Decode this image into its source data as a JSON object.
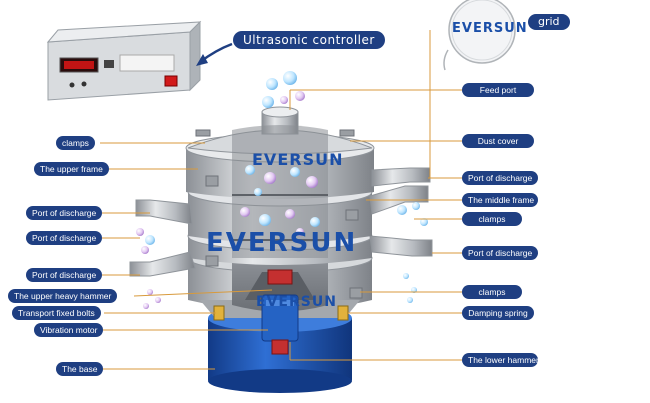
{
  "brand": "EVERSUN",
  "labels": {
    "ultrasonic_controller": "Ultrasonic controller",
    "grid": "grid",
    "feed_port": "Feed port",
    "dust_cover": "Dust cover",
    "port_of_discharge": "Port of discharge",
    "the_middle_frame": "The middle frame",
    "clamps": "clamps",
    "damping_spring": "Damping spring",
    "the_lower_hammer": "The lower hammer",
    "the_upper_frame": "The upper frame",
    "the_upper_heavy_hammer": "The upper heavy hammer",
    "transport_fixed_bolts": "Transport fixed bolts",
    "vibration_motor": "Vibration motor",
    "the_base": "The base"
  },
  "colors": {
    "label_bg": "#1f3f82",
    "base_blue": "#1d4fb0",
    "steel": "#c9ccd0",
    "leader": "#d89a3c",
    "brand": "#1b4fa8"
  }
}
